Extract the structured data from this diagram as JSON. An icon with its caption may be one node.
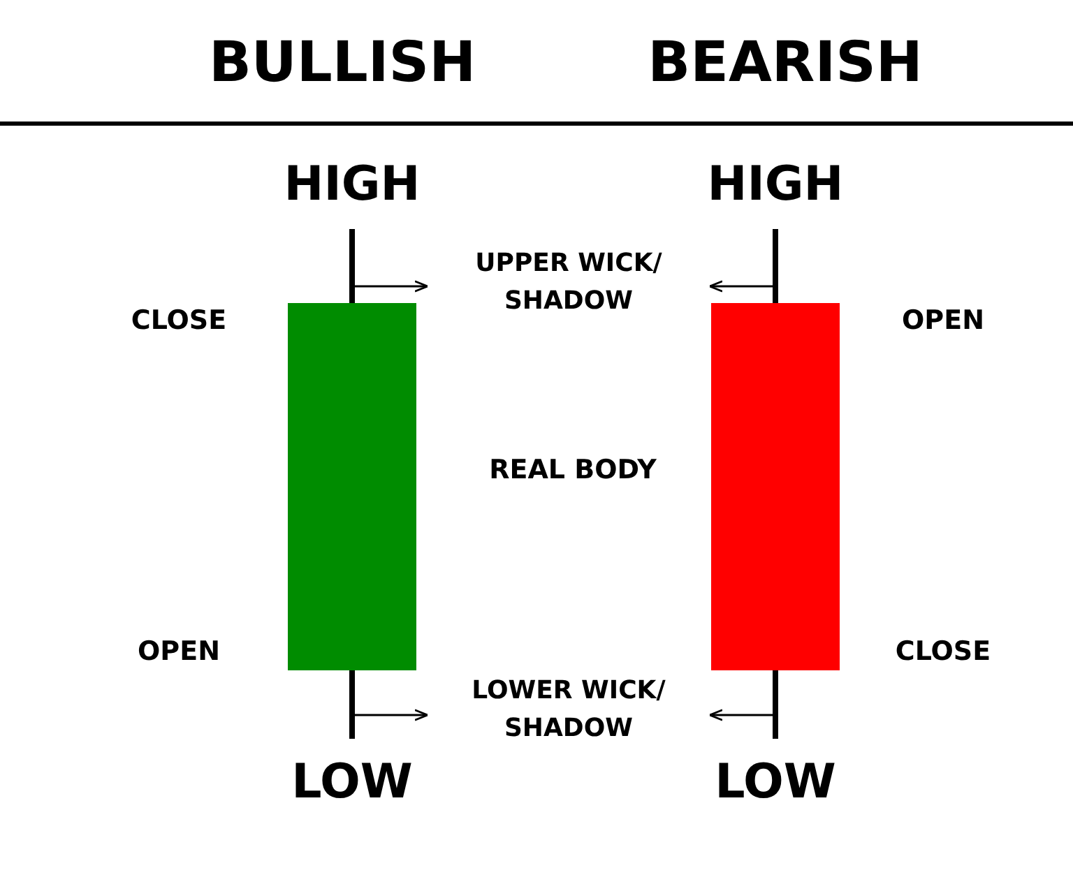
{
  "diagram": {
    "nodes": [
      {
        "text": [
          "UPPER WICK/ SHADOW"
        ]
      },
      {
        "text": [
          "LOWER WICK/ SHADOW"
        ]
      },
      {
        "text": [],
        "shape": "bar"
      },
      {
        "text": [],
        "shape": "box"
      },
      {
        "text": [],
        "shape": "bar"
      },
      {
        "text": [],
        "shape": "bar"
      },
      {
        "text": [],
        "shape": "box"
      },
      {
        "text": [],
        "shape": "bar"
      }
    ],
    "edges": [
      {
        "from": 2,
        "to": 0,
        "arrow": "to"
      },
      {
        "from": 5,
        "to": 0,
        "arrow": "to"
      },
      {
        "from": 4,
        "to": 1,
        "arrow": "to"
      },
      {
        "from": 7,
        "to": 1,
        "arrow": "to"
      }
    ],
    "labels": [
      "BULLISH",
      "BEARISH",
      "HIGH",
      "HIGH",
      "CLOSE",
      "OPEN",
      "REAL BODY",
      "OPEN",
      "CLOSE",
      "LOW",
      "LOW"
    ]
  }
}
